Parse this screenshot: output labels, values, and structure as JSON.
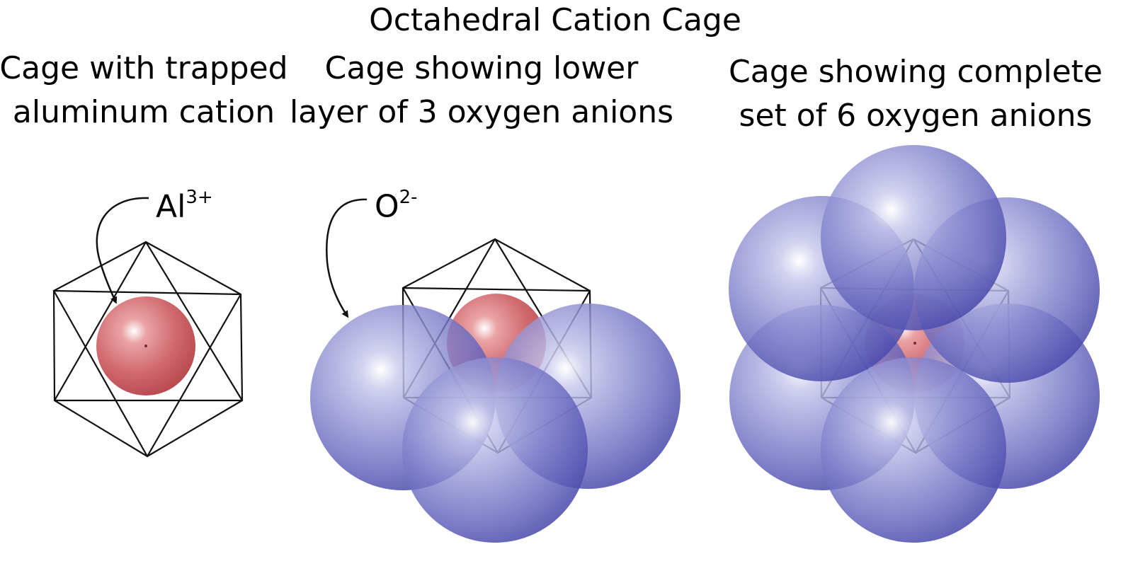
{
  "title": "Octahedral Cation Cage",
  "panels": [
    {
      "caption_line1": "Cage with trapped",
      "caption_line2": "aluminum cation",
      "label_base": "Al",
      "label_sup": "3+"
    },
    {
      "caption_line1": "Cage showing lower",
      "caption_line2": "layer of 3 oxygen anions",
      "label_base": "O",
      "label_sup": "2-"
    },
    {
      "caption_line1": "Cage showing complete",
      "caption_line2": "set of 6 oxygen anions"
    }
  ],
  "colors": {
    "cation": "#c9555a",
    "anion": "#5a5ab8",
    "cage_line": "#111111"
  }
}
